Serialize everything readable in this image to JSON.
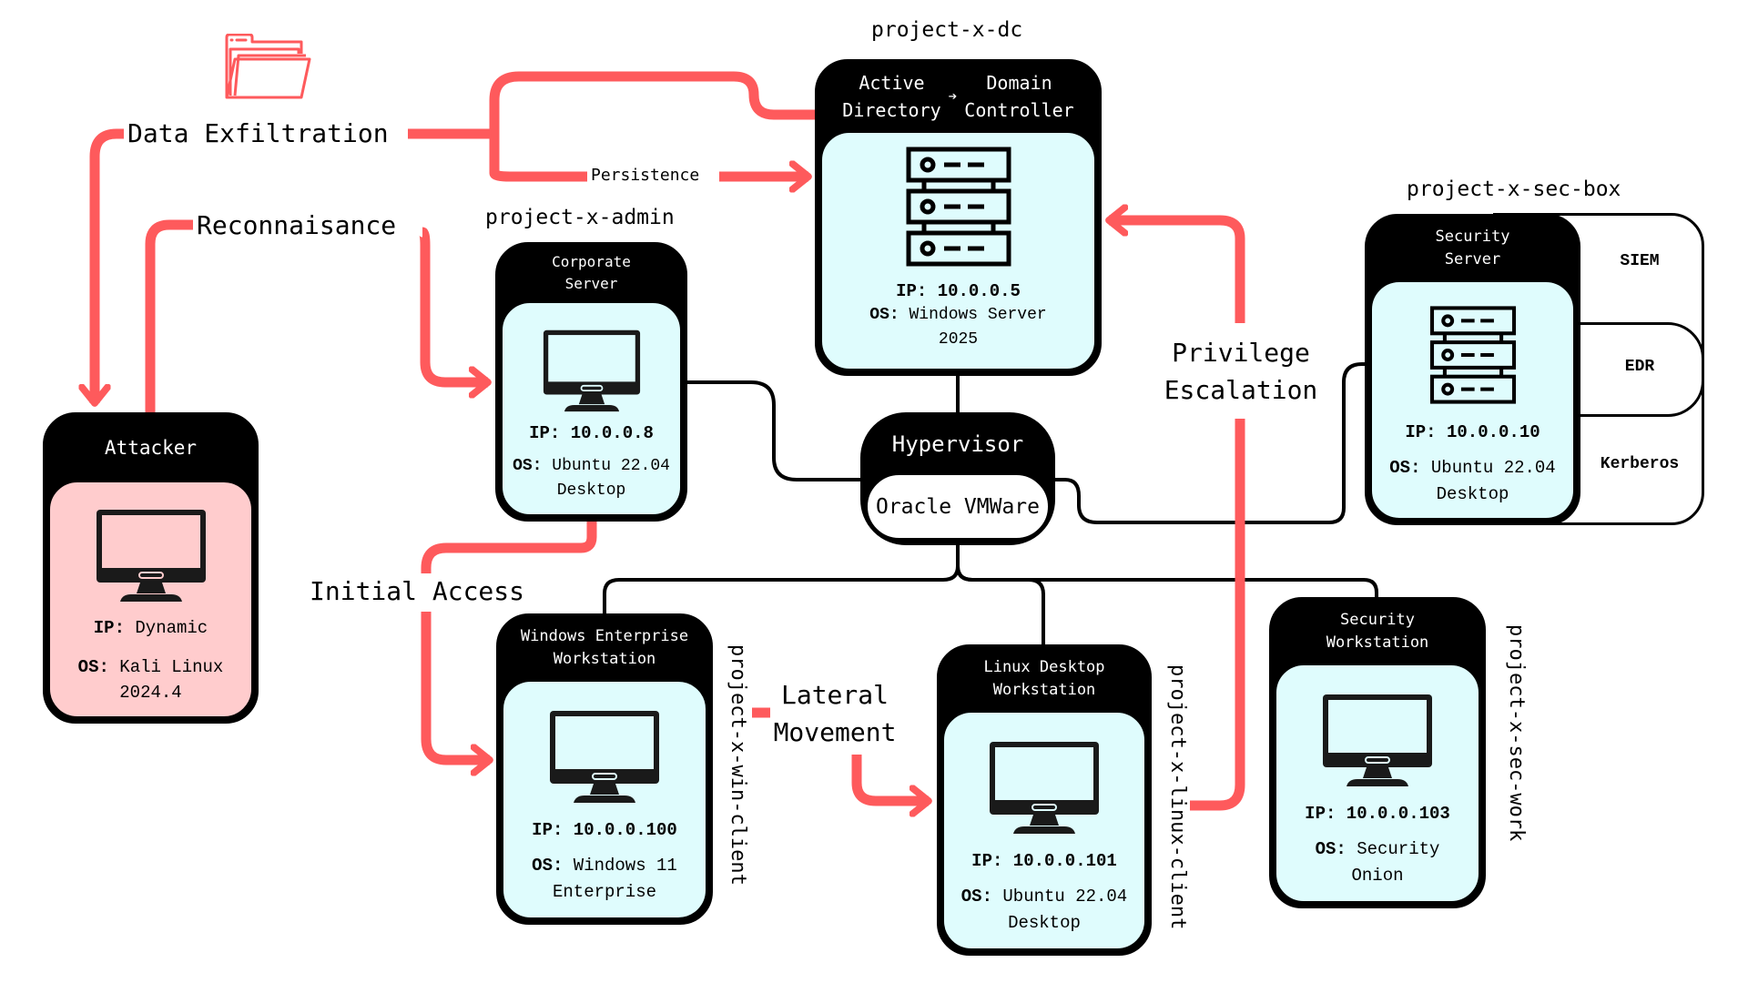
{
  "colors": {
    "attack": "#fe5a5c",
    "node_body": "#dffcfd",
    "attacker_body": "#ffcccd",
    "header": "#000000"
  },
  "attack_paths": {
    "data_exfiltration": "Data Exfiltration",
    "reconnaissance": "Reconnaisance",
    "persistence": "Persistence",
    "privilege_escalation": [
      "Privilege",
      "Escalation"
    ],
    "initial_access": "Initial Access",
    "lateral_movement": [
      "Lateral",
      "Movement"
    ]
  },
  "attacker": {
    "title": "Attacker",
    "icon": "monitor-icon",
    "ip_label": "IP:",
    "ip": "Dynamic",
    "os_label": "OS:",
    "os": "Kali Linux 2024.4"
  },
  "admin": {
    "hostname": "project-x-admin",
    "title": [
      "Corporate",
      "Server"
    ],
    "icon": "monitor-icon",
    "ip_label": "IP:",
    "ip": "10.0.0.8",
    "os_label": "OS:",
    "os": [
      "Ubuntu 22.04",
      "Desktop"
    ]
  },
  "dc": {
    "hostname": "project-x-dc",
    "title_left": [
      "Active",
      "Directory"
    ],
    "arrow": "➔",
    "title_right": [
      "Domain",
      "Controller"
    ],
    "icon": "server-rack-icon",
    "ip_label": "IP:",
    "ip": "10.0.0.5",
    "os_label": "OS:",
    "os": [
      "Windows Server",
      "2025"
    ]
  },
  "hypervisor": {
    "title": "Hypervisor",
    "product": "Oracle VMWare"
  },
  "sec_box": {
    "hostname": "project-x-sec-box",
    "title": [
      "Security",
      "Server"
    ],
    "icon": "server-rack-icon",
    "ip_label": "IP:",
    "ip": "10.0.0.10",
    "os_label": "OS:",
    "os": [
      "Ubuntu 22.04",
      "Desktop"
    ],
    "services": [
      "SIEM",
      "EDR",
      "Kerberos"
    ]
  },
  "win_client": {
    "hostname": "project-x-win-client",
    "title": [
      "Windows Enterprise",
      "Workstation"
    ],
    "icon": "monitor-icon",
    "ip_label": "IP:",
    "ip": "10.0.0.100",
    "os_label": "OS:",
    "os": [
      "Windows 11",
      "Enterprise"
    ]
  },
  "linux_client": {
    "hostname": "project-x-linux-client",
    "title": [
      "Linux Desktop",
      "Workstation"
    ],
    "icon": "monitor-icon",
    "ip_label": "IP:",
    "ip": "10.0.0.101",
    "os_label": "OS:",
    "os": [
      "Ubuntu 22.04",
      "Desktop"
    ]
  },
  "sec_work": {
    "hostname": "project-x-sec-work",
    "title": [
      "Security",
      "Workstation"
    ],
    "icon": "monitor-icon",
    "ip_label": "IP:",
    "ip": "10.0.0.103",
    "os_label": "OS:",
    "os": [
      "Security",
      "Onion"
    ]
  },
  "decor": {
    "exfil_icon": "folder-icon"
  }
}
